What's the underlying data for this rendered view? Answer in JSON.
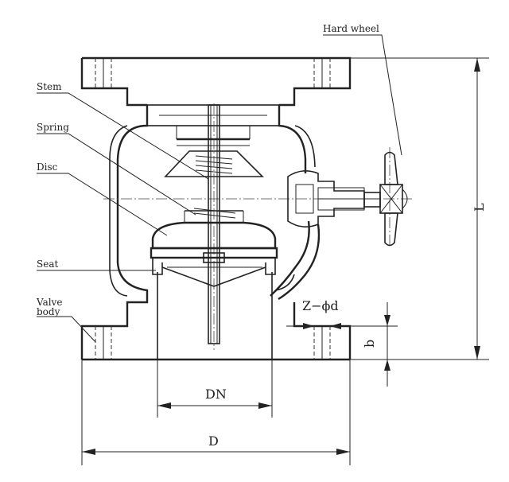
{
  "labels": {
    "hand_wheel": "Hard wheel",
    "stem": "Stem",
    "spring": "Spring",
    "disc": "Disc",
    "seat": "Seat",
    "valve_body_line1": "Valve",
    "valve_body_line2": "body"
  },
  "dimensions": {
    "length": "L",
    "bolt_holes": "Z−ϕd",
    "flange_thickness": "b",
    "nominal_diameter": "DN",
    "flange_diameter": "D"
  }
}
